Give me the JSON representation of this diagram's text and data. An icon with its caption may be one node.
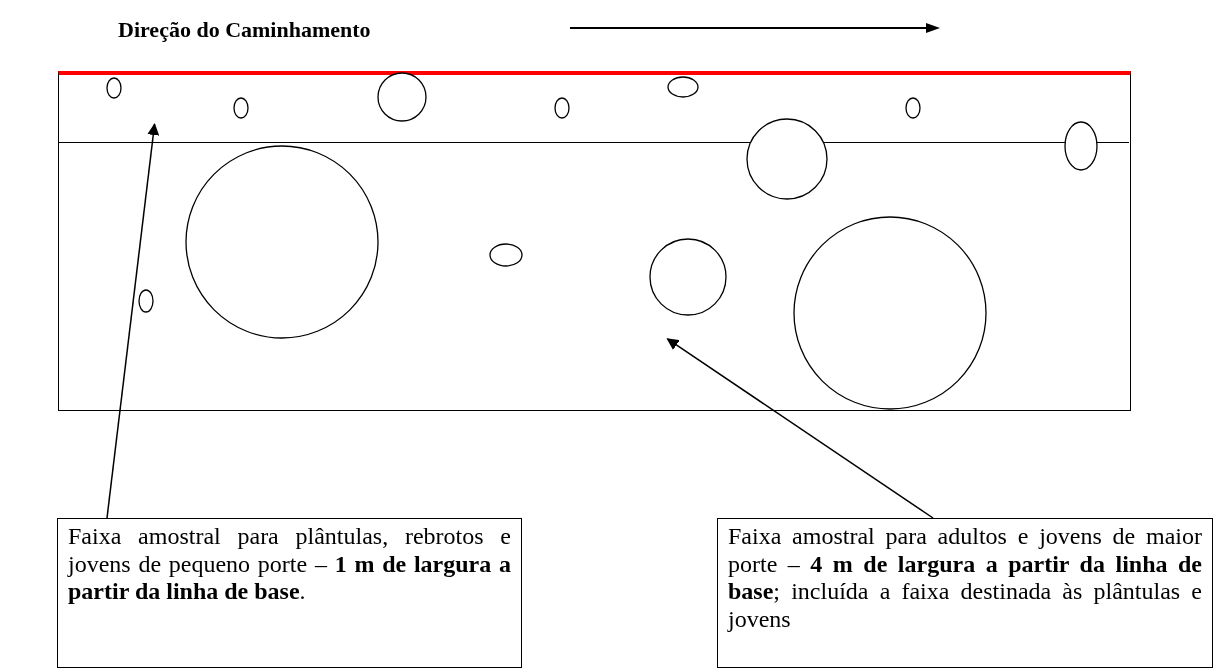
{
  "diagram": {
    "title": "Direção do Caminhamento",
    "nodes": [
      {
        "text": [],
        "shape": "box"
      },
      {
        "text": [],
        "shape": "box",
        "in": 0
      },
      {
        "text": [
          "Faixa amostral para plântulas, rebrotos e jovens de pequeno porte – **1 m de largura a partir da linha de base**."
        ]
      },
      {
        "text": [
          "Faixa amostral para adultos e jovens de maior porte – **4 m de largura a partir da linha de base**; incluída a faixa destinada às plântulas e jovens"
        ]
      }
    ],
    "edges": [
      {
        "from": 2,
        "to": 1,
        "arrow": "to"
      },
      {
        "from": 3,
        "to": 0,
        "arrow": "to"
      }
    ]
  }
}
